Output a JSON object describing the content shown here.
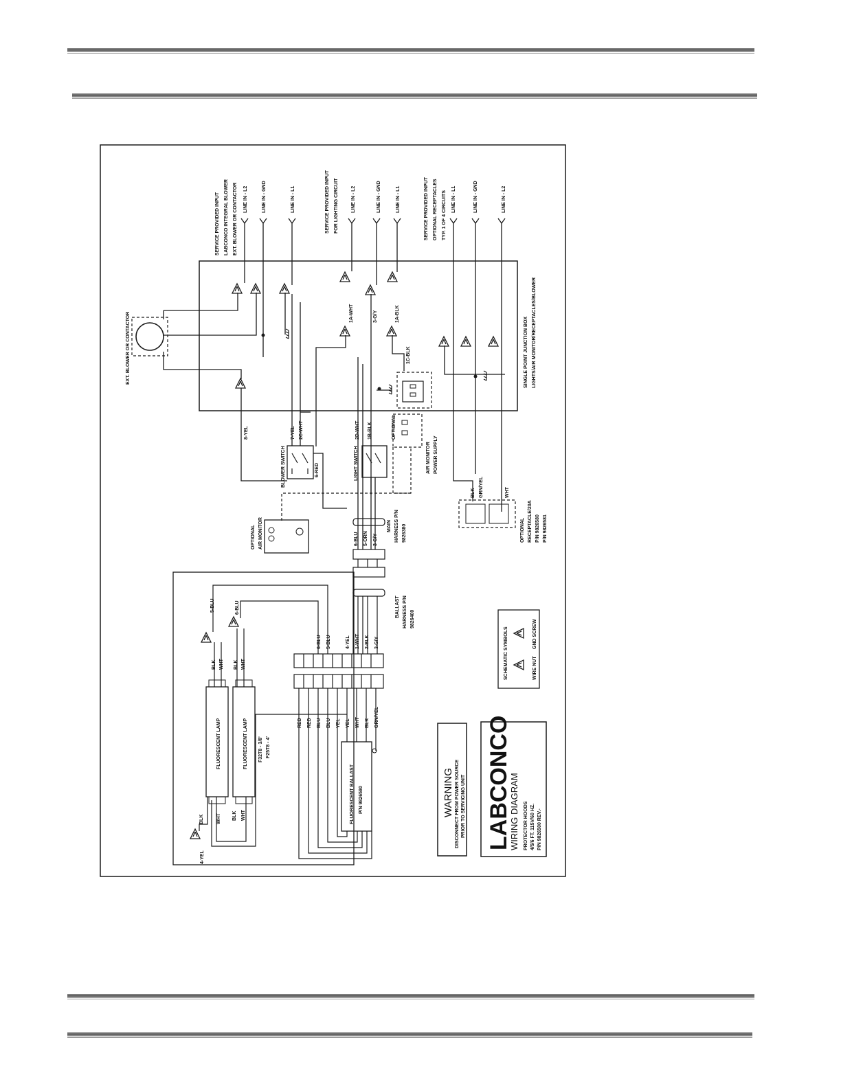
{
  "service_inputs": {
    "blower": {
      "heading": [
        "SERVICE PROVIDED INPUT",
        "LABCONCO INTEGRAL BLOWER",
        "EXT. BLOWER OR CONTACTOR"
      ],
      "lines": [
        "LINE IN - L2",
        "LINE IN - GND",
        "LINE IN - L1"
      ]
    },
    "lighting": {
      "heading": [
        "SERVICE PROVIDED INPUT",
        "FOR LIGHTING CIRCUIT"
      ],
      "lines": [
        "LINE IN - L2",
        "LINE IN - GND",
        "LINE IN - L1"
      ]
    },
    "receptacles": {
      "heading": [
        "SERVICE PROVIDED INPUT",
        "OPTIONAL RECEPTACLES",
        "TYP. 1 OF 4 CIRCUITS"
      ],
      "lines": [
        "LINE IN - L1",
        "LINE IN - GND",
        "LINE IN - L2"
      ]
    }
  },
  "components": {
    "ext_blower": "EXT. BLOWER OR CONTACTOR",
    "junction_box": [
      "SINGLE POINT JUNCTION BOX",
      "LIGHTS/AIR MONITOR/RECEPTACLES/BLOWER"
    ],
    "blower_switch": "BLOWER SWITCH",
    "light_switch": "LIGHT SWITCH",
    "air_monitor_power_supply": [
      "OPTIONAL",
      "AIR MONITOR",
      "POWER SUPPLY"
    ],
    "air_monitor": [
      "OPTIONAL",
      "AIR MONITOR"
    ],
    "main_harness": [
      "MAIN",
      "HARNESS P/N",
      "9826380"
    ],
    "ballast_harness": [
      "BALLAST",
      "HARNESS P/N",
      "9826400"
    ],
    "optional_receptacle": [
      "OPTIONAL",
      "RECEPTACLE/20A",
      "P/N 9826580",
      "P/N 9826581"
    ],
    "lamp1": "FLUORESCENT LAMP",
    "lamp2": "FLUORESCENT LAMP",
    "lamp_types": [
      "F32T8 - 3/8'",
      "F25T8 - 4'"
    ],
    "ballast": [
      "FLUORESCENT BALLAST",
      "P/N 9826580"
    ],
    "schematic_symbols": {
      "title": "SCHEMATIC SYMBOLS",
      "wire_nut": "WIRE NUT",
      "gnd_screw": "GND SCREW"
    }
  },
  "wire_labels": {
    "jbox": [
      "1A-WHT",
      "3-G/Y",
      "1A-BLK",
      "1C-BLK"
    ],
    "blower_switch": [
      "8-YEL",
      "7-YEL",
      "2C-WHT",
      "6-RED"
    ],
    "light_switch": [
      "2D-WHT",
      "1B-BLK"
    ],
    "receptacle": [
      "BLK",
      "GRN/YEL",
      "WHT"
    ],
    "main_harness": [
      "6-BLU",
      "5-ORN",
      "3-G/Y"
    ],
    "terminal_block": [
      "6-BLU",
      "5-BLU",
      "4-YEL",
      "1-WHT",
      "2-BLK",
      "3-G/Y"
    ],
    "ballast_leads": [
      "RED",
      "RED",
      "BLU",
      "BLU",
      "YEL",
      "YEL",
      "WHT",
      "BLK",
      "GRN/YEL"
    ],
    "lamps": [
      "5-BLU",
      "6-BLU",
      "4-YEL",
      "BLK",
      "WHT",
      "BLK",
      "WHT",
      "BLK",
      "WHT",
      "BLK",
      "WHT"
    ]
  },
  "warning": {
    "title": "WARNING",
    "lines": [
      "DISCONNECT FROM POWER SOURCE",
      "PRIOR TO SERVICING UNIT"
    ]
  },
  "title_block": {
    "brand": "LABCONCO",
    "title": "WIRING DIAGRAM",
    "lines": [
      "PROTECTOR HOODS",
      "4/5/6 FT. 115V/60 HZ.",
      "P/N 9826500 REV.-"
    ]
  },
  "colors": {
    "line": "#1a1a1a",
    "rule": "#777777"
  }
}
